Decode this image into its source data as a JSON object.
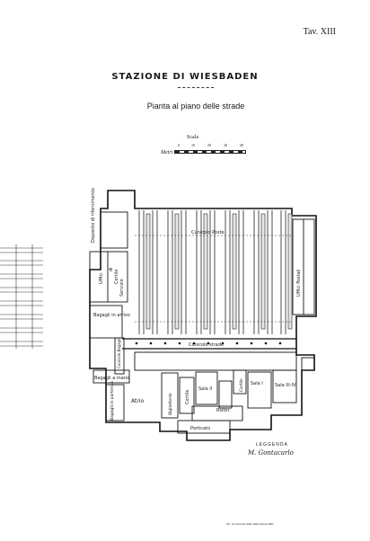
{
  "plate_number": "Tav. XIII",
  "title": "STAZIONE DI WIESBADEN",
  "subtitle": "Pianta al piano delle strade",
  "scale": {
    "label": "Scala",
    "unit": "Metri",
    "ticks": [
      "0",
      "10",
      "20",
      "30",
      "40"
    ]
  },
  "plan_labels": {
    "deposito": "Deposito di rifornimento",
    "cunicolo_poste": "Cunicolo Poste",
    "uffici_sinistra": "Uffici",
    "di": "di",
    "servizio": "Servizio",
    "cortile_top": "Cortile",
    "uffici_postali": "Uffici Postali",
    "bagagli_in_arrivo": "Bagagli in arrivo",
    "cunicolo_bagagli": "Cunicolo Bagagli",
    "cunicolo_strade": "Cunicolo strade",
    "bagagli_a_mano": "Bagagli a mano",
    "bagagli_in_partenza": "Bagagli in partenza",
    "biglietterie": "Biglietterie",
    "cortile_middle": "Cortile",
    "sala_ii": "Sala II",
    "sala_i": "Sala I",
    "cortile_right": "Cortile",
    "sala_iii_iv": "Sala III-IV",
    "ristor": "Ristor.",
    "atrio": "Atrio",
    "porticato": "Porticato"
  },
  "legend": {
    "title": "LEGGENDA",
    "signature": "M. Gontacarlo"
  },
  "footer": "Tip. Lit. Ferrovie dello Stato  Roma 1907"
}
